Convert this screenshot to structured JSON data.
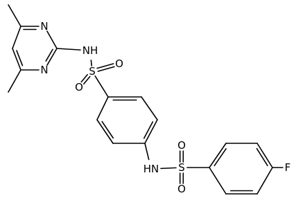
{
  "atom_labels": {
    "pyrimidine_n_upper": "N",
    "pyrimidine_n_lower": "N",
    "nh_upper": "NH",
    "s_upper": "S",
    "o_upper_right": "O",
    "o_upper_left": "O",
    "nh_lower": "HN",
    "s_lower": "S",
    "o_lower_top": "O",
    "o_lower_bottom": "O",
    "fluorine": "F"
  },
  "colors": {
    "bond": "#000000",
    "label": "#000000",
    "background": "#ffffff"
  }
}
